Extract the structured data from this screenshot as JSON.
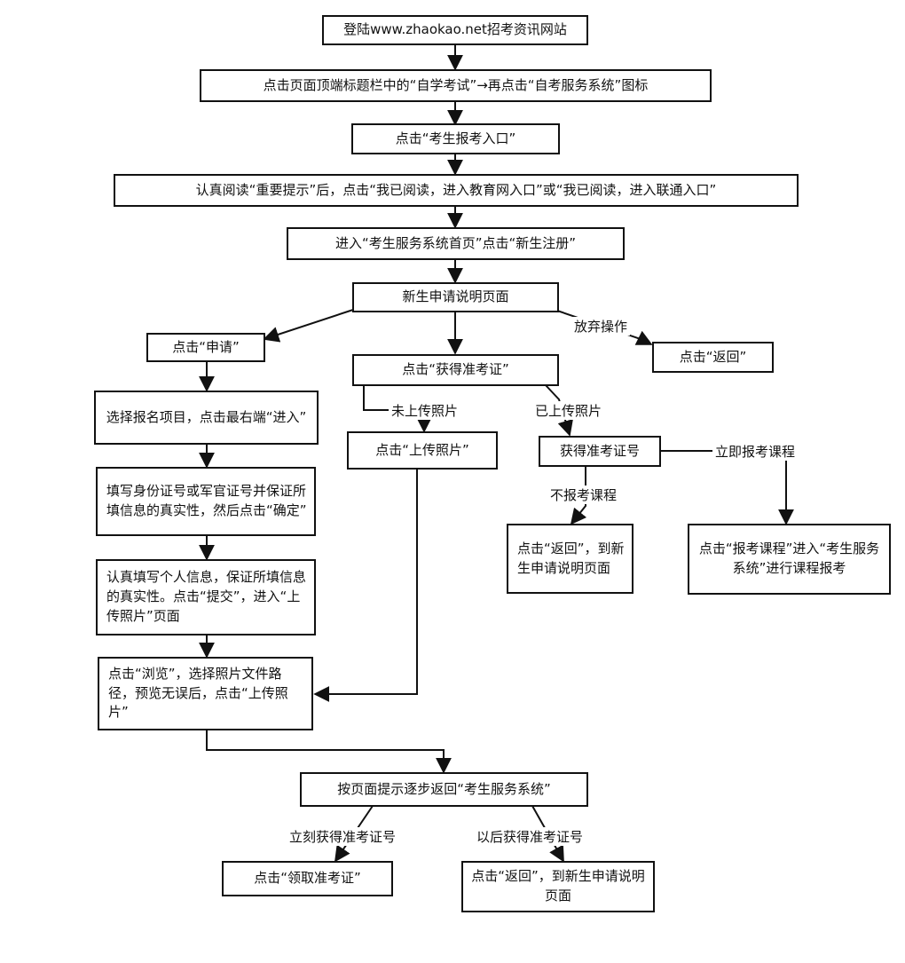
{
  "nodes": {
    "login": "登陆www.zhaokao.net招考资讯网站",
    "click_title": "点击页面顶端标题栏中的“自学考试”→再点击“自考服务系统”图标",
    "enroll_entry": "点击“考生报考入口”",
    "read_tips": "认真阅读“重要提示”后，点击“我已阅读，进入教育网入口”或“我已阅读，进入联通入口”",
    "home_register": "进入“考生服务系统首页”点击“新生注册”",
    "new_student_page": "新生申请说明页面",
    "click_apply": "点击“申请”",
    "click_get_ticket": "点击“获得准考证”",
    "click_return_1": "点击“返回”",
    "choose_project": "选择报名项目，点击最右端“进入”",
    "fill_id": "填写身份证号或军官证号并保证所填信息的真实性，然后点击“确定”",
    "fill_personal": "认真填写个人信息，保证所填信息的真实性。点击“提交”，进入“上传照片”页面",
    "browse_upload": "点击“浏览”，选择照片文件路径，预览无误后，点击“上传照片”",
    "click_upload": "点击“上传照片”",
    "get_ticket_no": "获得准考证号",
    "return_to_page": "点击“返回”，到新生申请说明页面",
    "course_signup": "点击“报考课程”进入“考生服务系统”进行课程报考",
    "step_back": "按页面提示逐步返回“考生服务系统”",
    "receive_ticket": "点击“领取准考证”",
    "return_to_page_2": "点击“返回”，到新生申请说明页面"
  },
  "edge_labels": {
    "give_up": "放弃操作",
    "not_uploaded": "未上传照片",
    "uploaded": "已上传照片",
    "sign_up_now": "立即报考课程",
    "no_sign_up": "不报考课程",
    "get_now": "立刻获得准考证号",
    "get_later": "以后获得准考证号"
  }
}
